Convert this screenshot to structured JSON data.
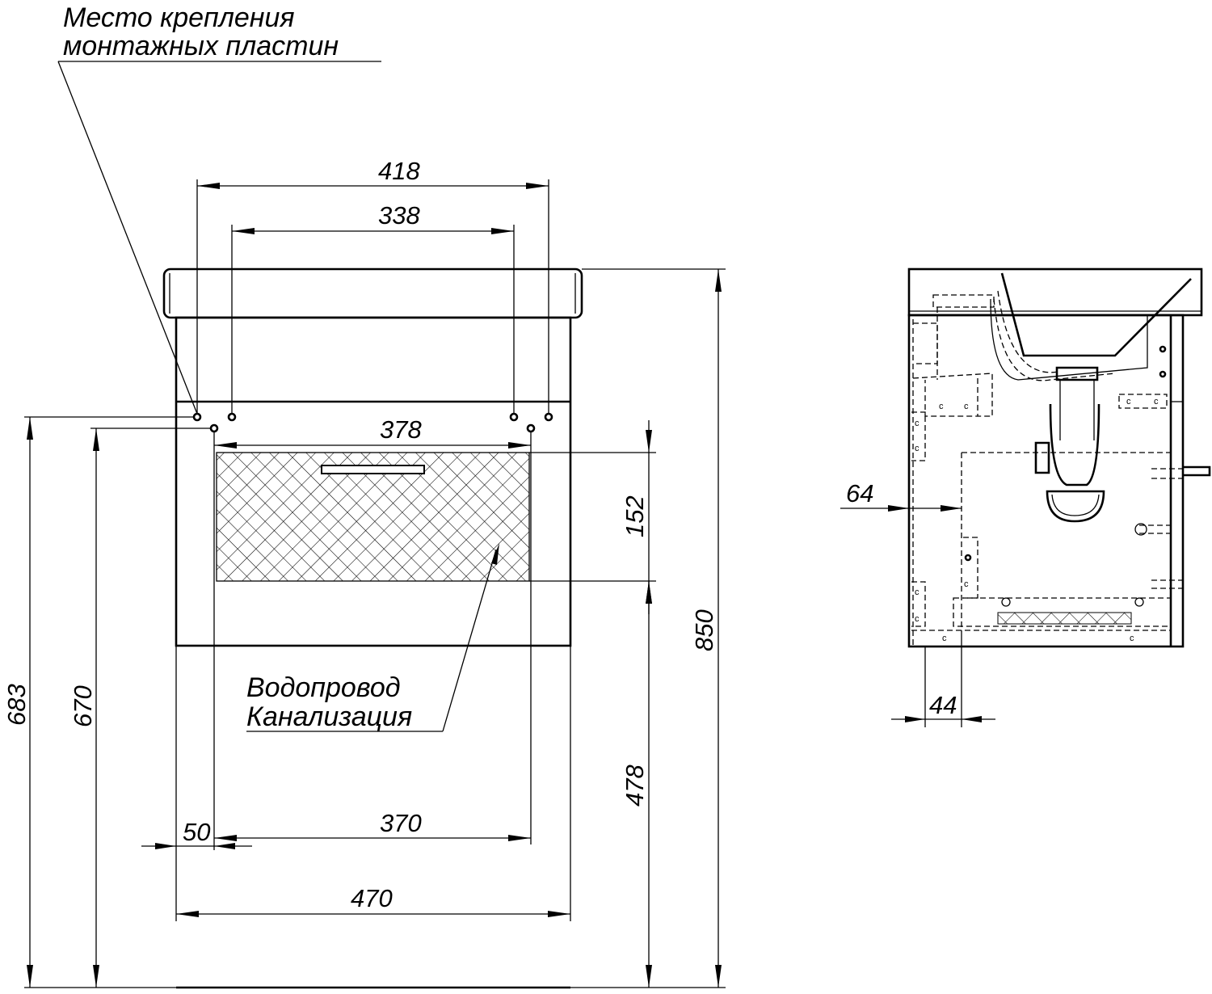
{
  "labels": {
    "mount_line1": "Место крепления",
    "mount_line2": "монтажных пластин",
    "pipe_line1": "Водопровод",
    "pipe_line2": "Канализация"
  },
  "dimensions": {
    "d418": "418",
    "d338": "338",
    "d378": "378",
    "d152": "152",
    "d850": "850",
    "d683": "683",
    "d670": "670",
    "d478": "478",
    "d50": "50",
    "d370": "370",
    "d470": "470",
    "d64": "64",
    "d44": "44"
  },
  "side_marks": [
    "c",
    "c",
    "c",
    "c",
    "c",
    "c",
    "c",
    "c",
    "c",
    "c",
    "c"
  ]
}
